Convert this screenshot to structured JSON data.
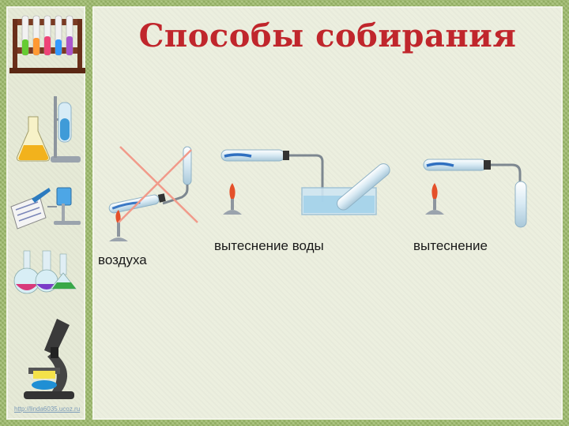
{
  "slide": {
    "title": "Способы собирания",
    "captions": {
      "water": "вытеснение воды",
      "air_part1": "вытеснение",
      "air_part2": "воздуха"
    },
    "footer_url": "http://linda6035.ucoz.ru"
  },
  "icons": {
    "sidebar": [
      "test-tube-rack-icon",
      "flask-and-stand-icon",
      "lab-notebook-icon",
      "round-flasks-icon",
      "microscope-icon"
    ],
    "diagram": [
      "crossed-out-method",
      "water-displacement-setup",
      "air-displacement-setup"
    ]
  },
  "colors": {
    "title": "#c0262c",
    "frame": "#9dbb6a",
    "panel": "#ecefdf",
    "cross": "#f19a8a",
    "glass": "#cfe3ee",
    "flame": "#e4502a"
  }
}
